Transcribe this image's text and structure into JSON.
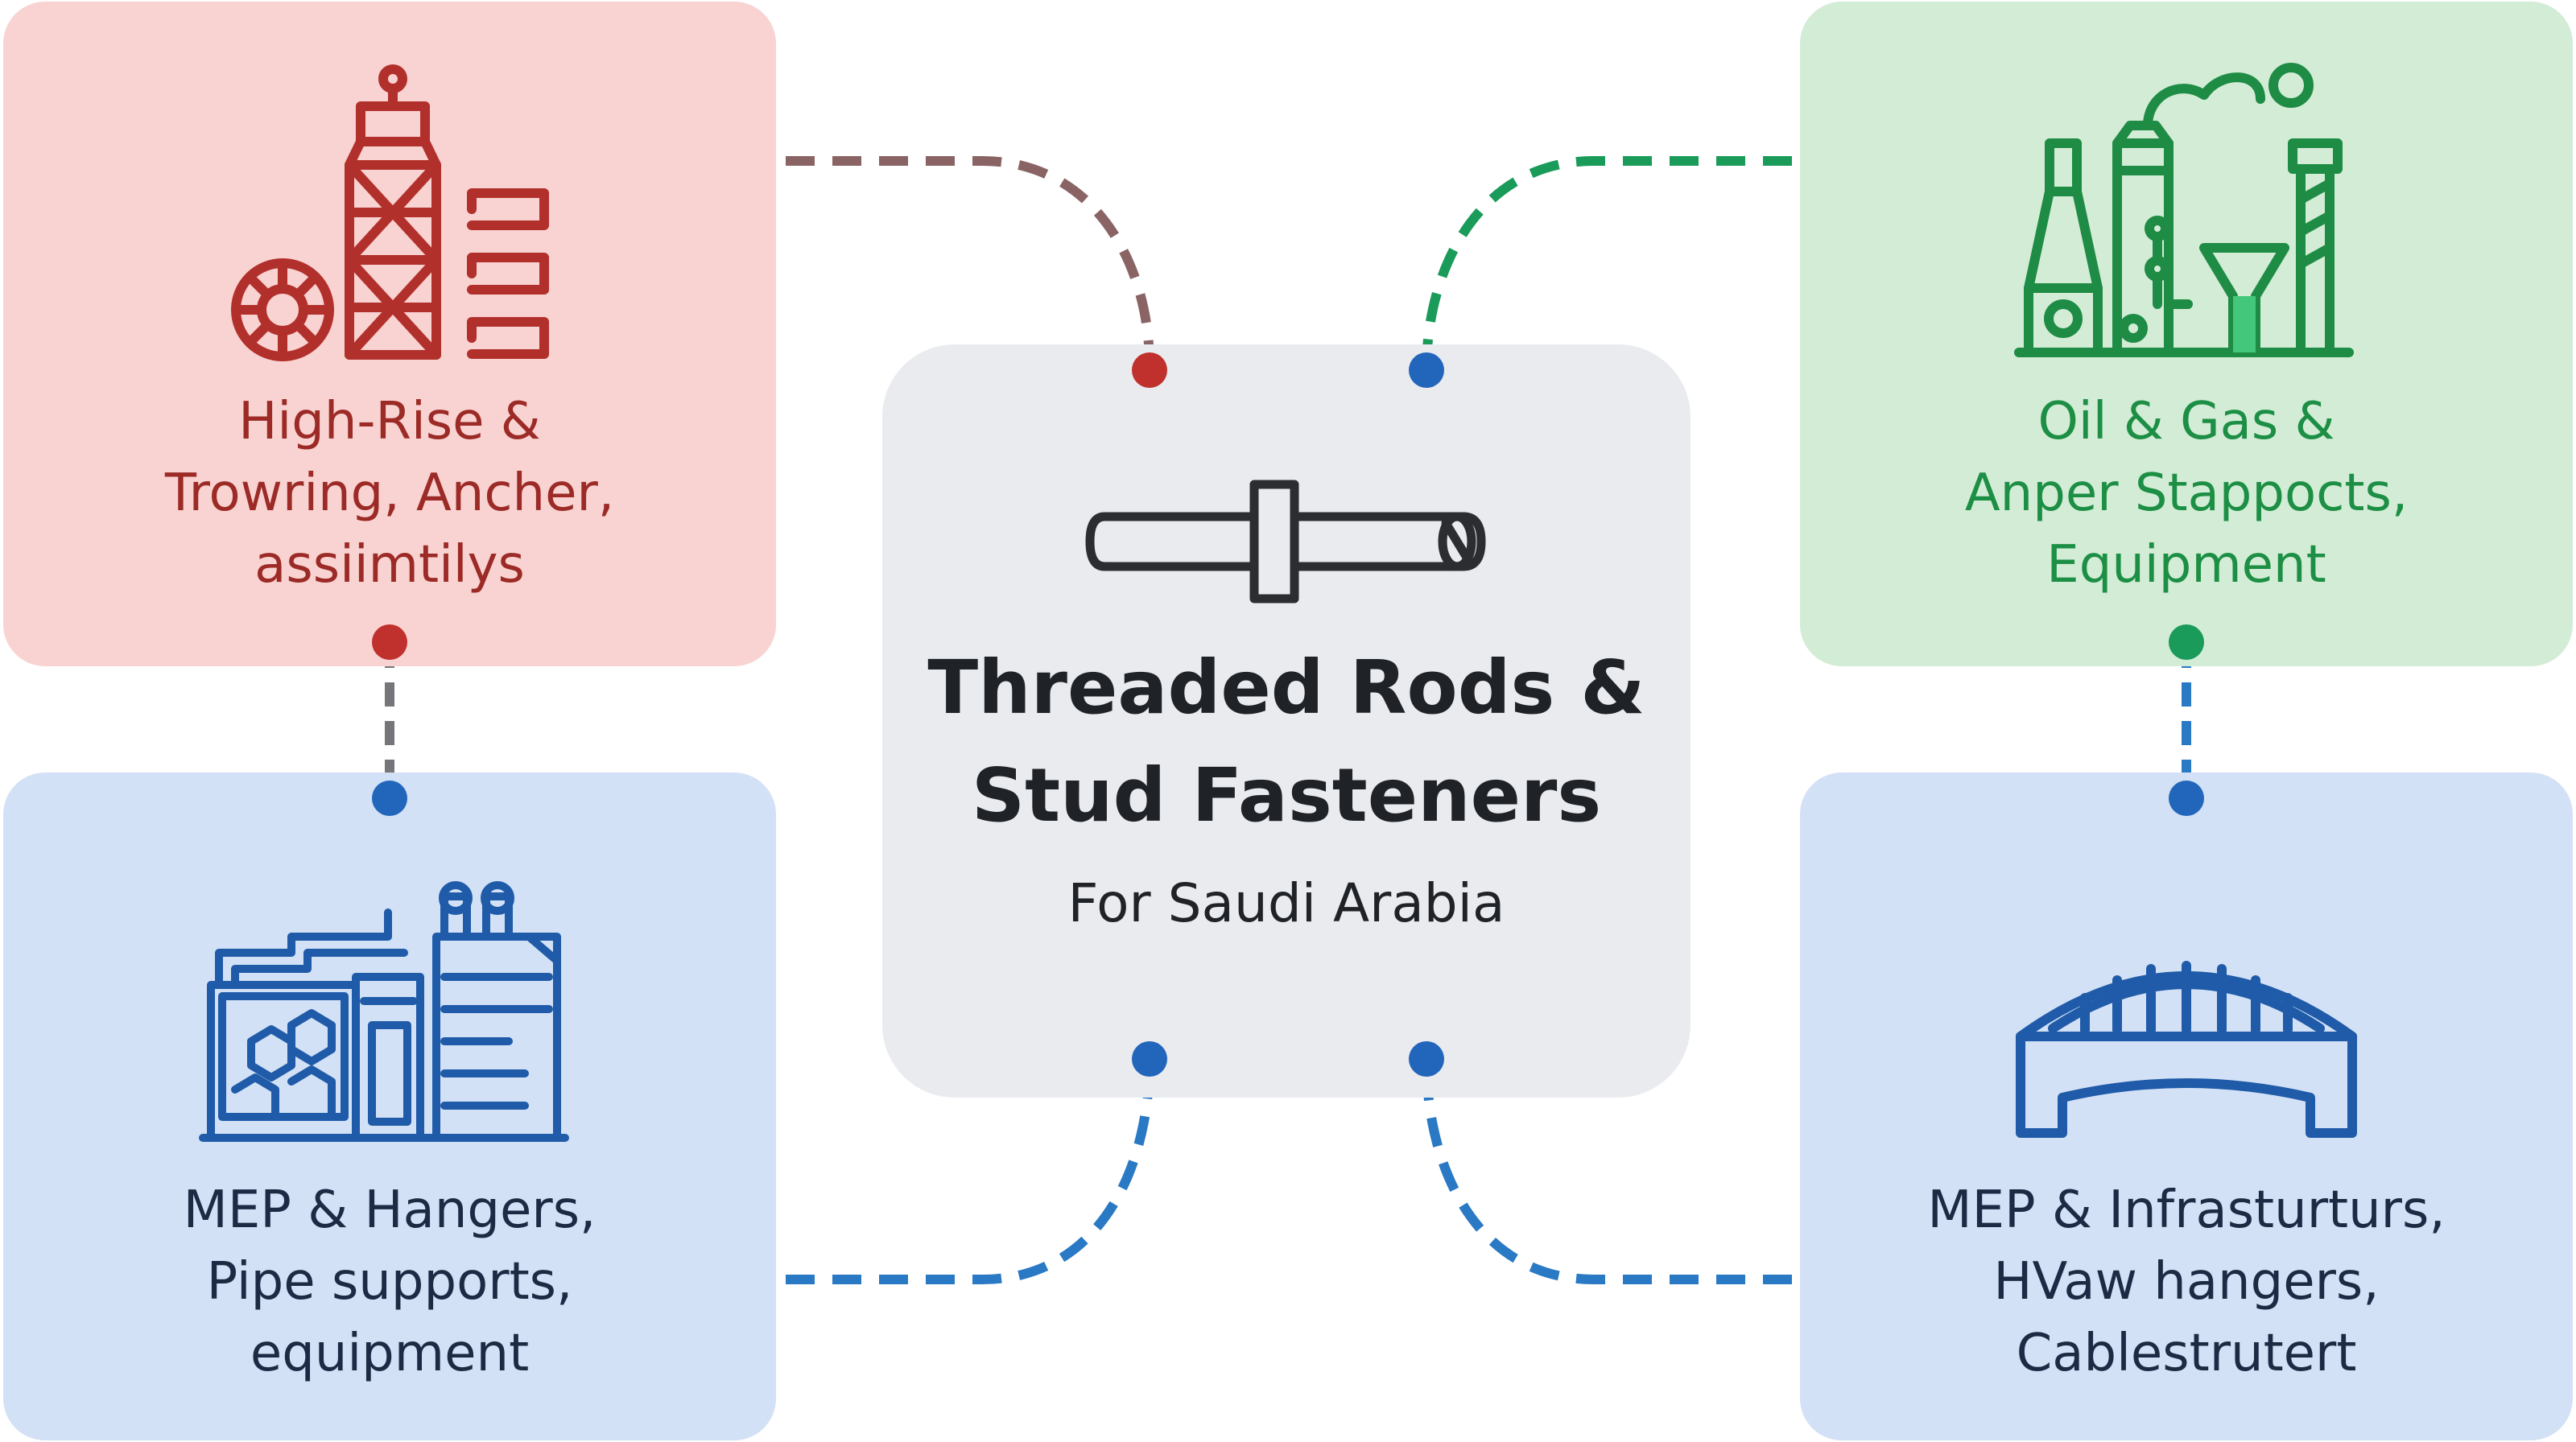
{
  "center": {
    "title_lines": [
      "Threaded Rods &",
      "Stud Fasteners"
    ],
    "subtitle": "For Saudi Arabia"
  },
  "cards": {
    "high_rise": {
      "lines": [
        "High-Rise &",
        "Trowring, Ancher,",
        "assiimtilys"
      ],
      "color": "#b2302b",
      "icon": "tower-crane-icon"
    },
    "oil_gas": {
      "lines": [
        "Oil & Gas &",
        "Anper Stappocts,",
        "Equipment"
      ],
      "color": "#1e8c45",
      "icon": "refinery-icon"
    },
    "mep_hangers": {
      "lines": [
        "MEP & Hangers,",
        "Pipe supports,",
        "equipment"
      ],
      "color": "#1f5ba8",
      "icon": "industrial-plant-icon"
    },
    "mep_infra": {
      "lines": [
        "MEP & Infrasturturs,",
        "HVaw hangers,",
        "Cablestrutert"
      ],
      "color": "#1f5ba8",
      "icon": "bridge-icon"
    }
  },
  "colors": {
    "red_card_bg": "#f8d3d1",
    "green_card_bg": "#d3ecd6",
    "blue_card_bg": "#d3e1f6",
    "center_card_bg": "#e9ebef",
    "connector_brown": "#8a6464",
    "connector_gray": "#75757a",
    "connector_green": "#1a9b5a",
    "connector_blue": "#2a79c4",
    "dot_red": "#c0302c",
    "dot_green": "#1a9b5a",
    "dot_blue": "#2266bb"
  }
}
